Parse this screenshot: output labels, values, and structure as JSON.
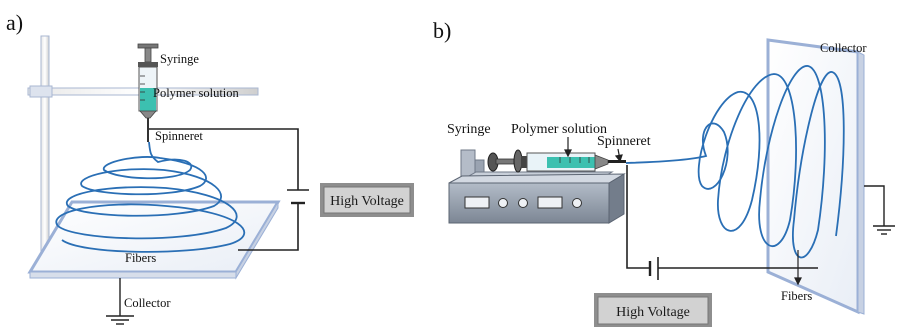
{
  "panel_a": {
    "label": "a)",
    "syringe": "Syringe",
    "polymer_solution": "Polymer solution",
    "spinneret": "Spinneret",
    "high_voltage": "High Voltage",
    "fibers": "Fibers",
    "collector": "Collector"
  },
  "panel_b": {
    "label": "b)",
    "syringe": "Syringe",
    "polymer_solution": "Polymer solution",
    "spinneret": "Spinneret",
    "collector": "Collector",
    "high_voltage": "High Voltage",
    "fibers": "Fibers"
  },
  "colors": {
    "fiber": "#2a6fb5",
    "liquid": "#3cc0b0",
    "plate_edge": "#9bb0d6",
    "box_fill": "#c9c9c9",
    "pump_body": "#8f9aa8"
  }
}
